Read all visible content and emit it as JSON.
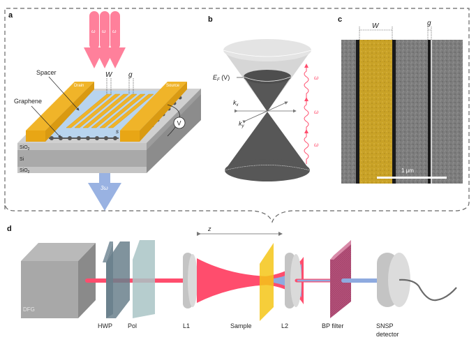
{
  "panels": {
    "a": {
      "label": "a",
      "incident_beam": {
        "symbol": "ω",
        "count": 3,
        "color": "#ff6b8a"
      },
      "output_beam": {
        "symbol": "3ω",
        "color": "#8eaadf"
      },
      "labels": {
        "spacer": "Spacer",
        "graphene": "Graphene",
        "drain": "Drain",
        "source": "Source",
        "width": "W",
        "gap": "g",
        "spacing": "s",
        "voltage": "V",
        "layer_top": "SiO",
        "layer_top_sub": "2",
        "layer_mid": "Si",
        "layer_bottom": "SiO",
        "layer_bottom_sub": "2"
      },
      "colors": {
        "gold": "#f0b429",
        "gold_dark": "#d99a12",
        "spacer": "#b8d4ee",
        "substrate": "#c8c8c8"
      }
    },
    "b": {
      "label": "b",
      "fermi_label": "E",
      "fermi_sub": "F",
      "fermi_suffix": " (V)",
      "kx": "k",
      "kx_sub": "x",
      "ky": "k",
      "ky_sub": "y",
      "photons": [
        "ω",
        "ω",
        "ω"
      ],
      "colors": {
        "filled": "#555555",
        "empty": "#d6d6d6",
        "photon": "#ff4d6d"
      }
    },
    "c": {
      "label": "c",
      "width_label": "W",
      "gap_label": "g",
      "scale_bar": "1 μm",
      "colors": {
        "sem": "#7a7a7a",
        "highlight": "#c9a227"
      }
    },
    "d": {
      "label": "d",
      "z_label": "z",
      "components": [
        "DFG",
        "HWP",
        "Pol",
        "L1",
        "Sample",
        "L2",
        "BP filter",
        "SNSP",
        "detector"
      ],
      "colors": {
        "fundamental": "#ff4d6d",
        "third_harmonic": "#8eaadf",
        "sample": "#f5c518",
        "filter": "#c0507a"
      }
    }
  }
}
